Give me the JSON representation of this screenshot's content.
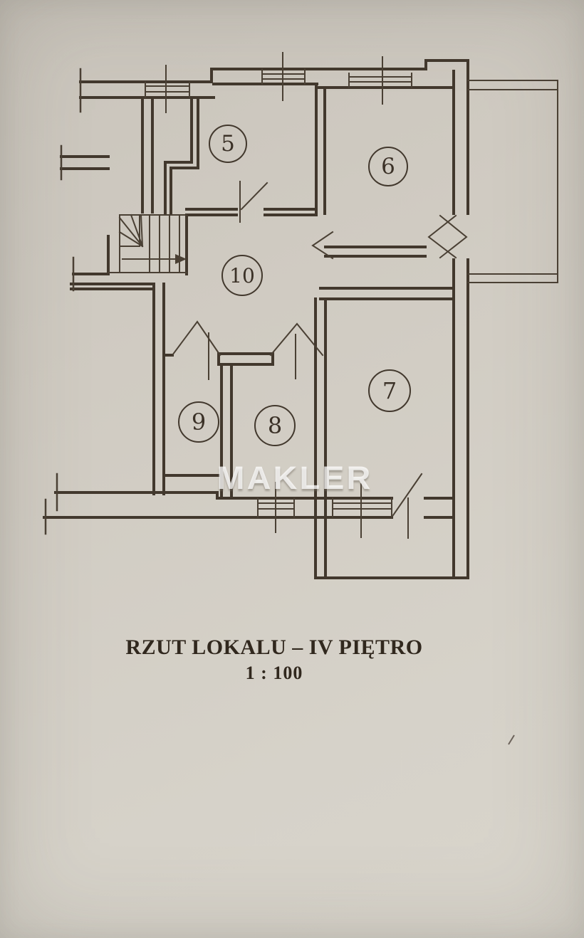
{
  "document": {
    "title": "RZUT LOKALU – IV PIĘTRO",
    "scale": "1 : 100",
    "watermark": "MAKLER"
  },
  "rooms": [
    {
      "number": "5"
    },
    {
      "number": "6"
    },
    {
      "number": "7"
    },
    {
      "number": "8"
    },
    {
      "number": "9"
    },
    {
      "number": "10"
    }
  ],
  "colors": {
    "paper": "#d1ccc3",
    "ink": "#42382d",
    "thin_ink": "#4a4034",
    "watermark": "rgba(255,255,255,0.75)"
  }
}
